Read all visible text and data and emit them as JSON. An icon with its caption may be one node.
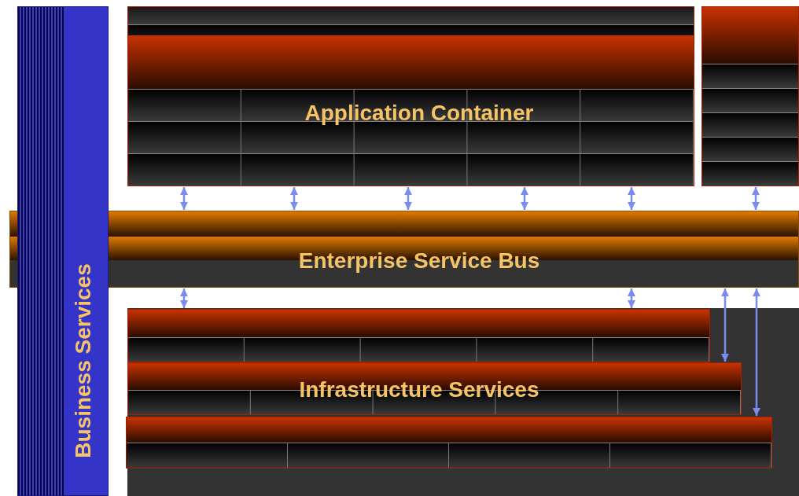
{
  "diagram": {
    "nodes": [
      {
        "text": [
          "Business Services"
        ]
      },
      {
        "text": [
          "Application Container"
        ]
      },
      {
        "text": [],
        "shape": "box"
      },
      {
        "text": [
          "Enterprise Service Bus"
        ]
      },
      {
        "text": [],
        "shape": "box"
      },
      {
        "text": [
          "Infrastructure Services"
        ]
      },
      {
        "text": [],
        "shape": "box"
      }
    ],
    "edges": [
      {
        "from": 1,
        "to": 3,
        "arrow": "both"
      },
      {
        "from": 1,
        "to": 3,
        "arrow": "both"
      },
      {
        "from": 1,
        "to": 3,
        "arrow": "both"
      },
      {
        "from": 1,
        "to": 3,
        "arrow": "both"
      },
      {
        "from": 1,
        "to": 3,
        "arrow": "both"
      },
      {
        "from": 2,
        "to": 3,
        "arrow": "both"
      },
      {
        "from": 3,
        "to": 4,
        "arrow": "both"
      },
      {
        "from": 3,
        "to": 4,
        "arrow": "both"
      },
      {
        "from": 3,
        "to": 5,
        "arrow": "both"
      },
      {
        "from": 3,
        "to": 6,
        "arrow": "both"
      }
    ]
  }
}
